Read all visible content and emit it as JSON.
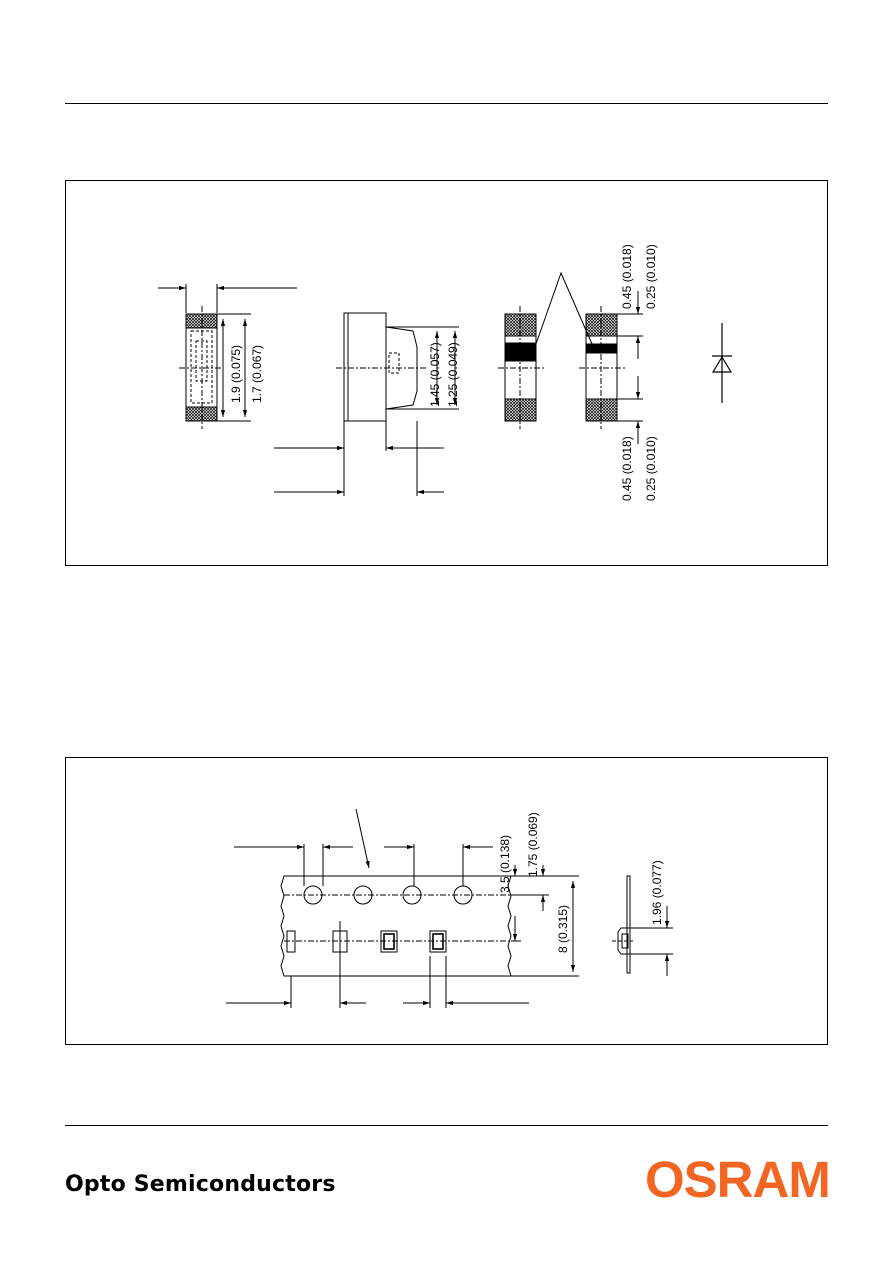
{
  "package_drawing": {
    "dims": {
      "height_max": "1.9 (0.075)",
      "height_min": "1.7 (0.067)",
      "body_max": "1.45 (0.057)",
      "body_min": "1.25 (0.049)",
      "term_top_max": "0.45 (0.018)",
      "term_top_min": "0.25 (0.010)",
      "term_bot_max": "0.45 (0.018)",
      "term_bot_min": "0.25 (0.010)"
    }
  },
  "tape_drawing": {
    "dims": {
      "sprocket_offset": "3.5 (0.138)",
      "edge_offset": "1.75 (0.069)",
      "tape_width": "8 (0.315)",
      "tape_thickness": "1.96 (0.077)"
    }
  },
  "footer": {
    "left_text": "Opto Semiconductors",
    "brand": "OSRAM",
    "brand_color": "#f26522"
  }
}
